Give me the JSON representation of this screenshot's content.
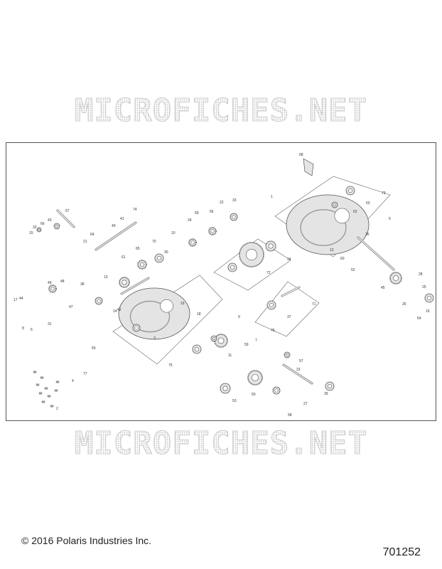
{
  "watermark": {
    "text": "MICROFICHES.NET"
  },
  "footer": {
    "copyright": "© 2016 Polaris Industries Inc.",
    "drawing_id": "701252"
  },
  "colors": {
    "line": "#555555",
    "part_fill": "#e4e4e4",
    "part_dark": "#9a9a9a",
    "watermark": "#cfcfcf"
  },
  "callouts": [
    {
      "n": "68"
    },
    {
      "n": "1"
    },
    {
      "n": "73"
    },
    {
      "n": "63"
    },
    {
      "n": "62"
    },
    {
      "n": "5"
    },
    {
      "n": "67"
    },
    {
      "n": "66"
    },
    {
      "n": "43"
    },
    {
      "n": "32"
    },
    {
      "n": "15"
    },
    {
      "n": "21"
    },
    {
      "n": "64"
    },
    {
      "n": "40"
    },
    {
      "n": "41"
    },
    {
      "n": "74"
    },
    {
      "n": "33"
    },
    {
      "n": "22"
    },
    {
      "n": "56"
    },
    {
      "n": "69"
    },
    {
      "n": "24"
    },
    {
      "n": "72"
    },
    {
      "n": "34"
    },
    {
      "n": "10"
    },
    {
      "n": "70"
    },
    {
      "n": "65"
    },
    {
      "n": "61"
    },
    {
      "n": "30"
    },
    {
      "n": "13"
    },
    {
      "n": "38"
    },
    {
      "n": "49"
    },
    {
      "n": "48"
    },
    {
      "n": "44"
    },
    {
      "n": "17"
    },
    {
      "n": "47"
    },
    {
      "n": "8"
    },
    {
      "n": "6"
    },
    {
      "n": "31"
    },
    {
      "n": "14"
    },
    {
      "n": "42"
    },
    {
      "n": "3"
    },
    {
      "n": "19"
    },
    {
      "n": "59"
    },
    {
      "n": "11"
    },
    {
      "n": "7"
    },
    {
      "n": "9"
    },
    {
      "n": "39"
    },
    {
      "n": "71"
    },
    {
      "n": "37"
    },
    {
      "n": "76"
    },
    {
      "n": "52"
    },
    {
      "n": "35"
    },
    {
      "n": "12"
    },
    {
      "n": "60"
    },
    {
      "n": "45"
    },
    {
      "n": "28"
    },
    {
      "n": "25"
    },
    {
      "n": "16"
    },
    {
      "n": "54"
    },
    {
      "n": "26"
    },
    {
      "n": "53"
    },
    {
      "n": "58"
    },
    {
      "n": "57"
    },
    {
      "n": "50"
    },
    {
      "n": "23"
    },
    {
      "n": "2"
    },
    {
      "n": "4"
    },
    {
      "n": "77"
    },
    {
      "n": "55"
    },
    {
      "n": "75"
    },
    {
      "n": "27"
    },
    {
      "n": "18"
    }
  ]
}
